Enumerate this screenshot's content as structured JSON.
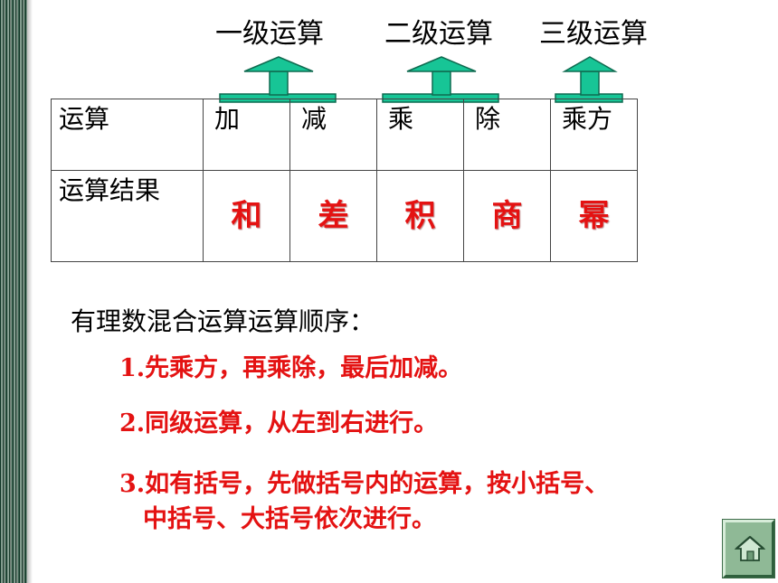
{
  "levels": [
    {
      "label": "一级运算"
    },
    {
      "label": "二级运算"
    },
    {
      "label": "三级运算"
    }
  ],
  "table": {
    "header": {
      "label": "运算",
      "ops": [
        "加",
        "减",
        "乘",
        "除",
        "乘方"
      ]
    },
    "result": {
      "label": "运算结果",
      "values": [
        "和",
        "差",
        "积",
        "商",
        "幂"
      ]
    }
  },
  "intro": "有理数混合运算运算顺序：",
  "rules": [
    "1.先乘方，再乘除，最后加减。",
    "2.同级运算，从左到右进行。",
    "3.如有括号，先做括号内的运算，按小括号、",
    "中括号、大括号依次进行。"
  ],
  "colors": {
    "text": "#000000",
    "emphasis": "#e41212",
    "arrow_fill": "#17c596",
    "arrow_stroke": "#0f6b50",
    "home_button": "#8fb996"
  },
  "icons": {
    "home": "home-icon"
  }
}
